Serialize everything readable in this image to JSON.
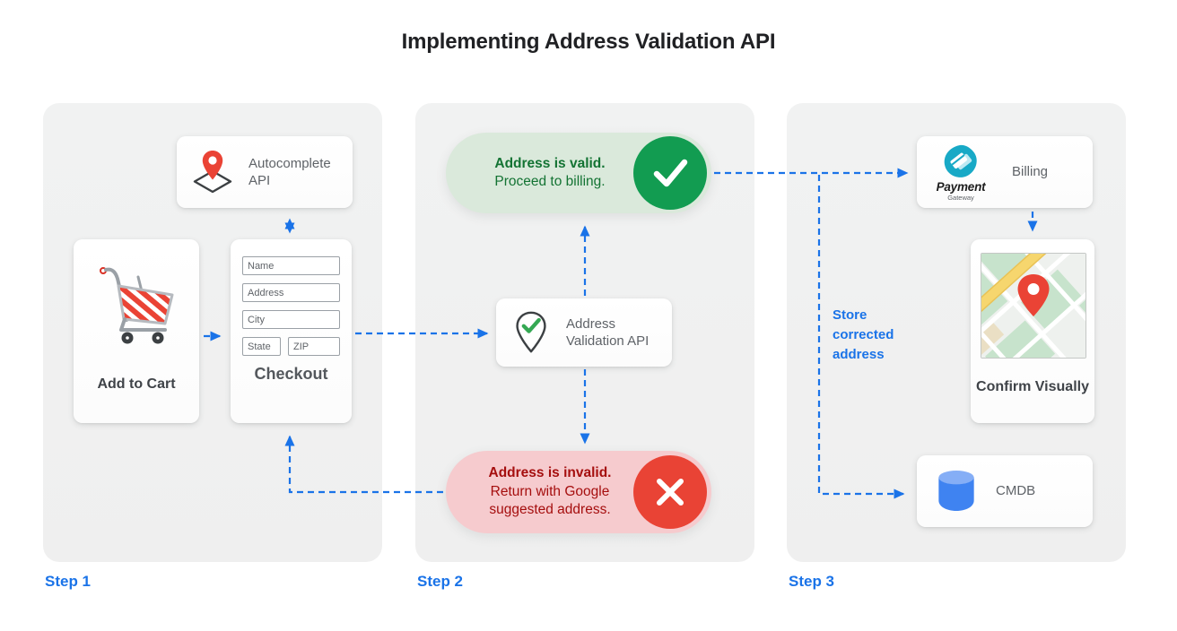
{
  "title": "Implementing Address Validation API",
  "colors": {
    "accent_blue": "#1a73e8",
    "success_green": "#129c51",
    "success_bg": "#dae9db",
    "success_text": "#137333",
    "error_red": "#e94335",
    "error_bg": "#f6cbce",
    "error_text": "#a50e0e",
    "pin_red": "#ea4335",
    "panel_gray": "#f0f1f1",
    "label_gray": "#5f6368",
    "cmdb_blue": "#4285f4",
    "payment_teal": "#18a9c6"
  },
  "step1": {
    "label": "Step 1",
    "autocomplete_card": {
      "label": "Autocomplete API",
      "icon": "map-pin-diamond-icon"
    },
    "add_to_cart_card": {
      "label": "Add to Cart",
      "icon": "shopping-cart-icon"
    },
    "checkout_card": {
      "label": "Checkout",
      "fields": [
        "Name",
        "Address",
        "City",
        "State",
        "ZIP"
      ]
    }
  },
  "step2": {
    "label": "Step 2",
    "valid_banner": {
      "title": "Address is valid.",
      "subtitle": "Proceed to billing.",
      "icon": "checkmark-circle-icon"
    },
    "validation_card": {
      "label": "Address Validation API",
      "icon": "map-pin-check-icon"
    },
    "invalid_banner": {
      "title": "Address is invalid.",
      "subtitle": "Return with Google suggested address.",
      "icon": "x-circle-icon"
    }
  },
  "step3": {
    "label": "Step 3",
    "billing_card": {
      "label": "Billing",
      "logo_title": "Payment",
      "logo_subtitle": "Gateway",
      "icon": "payment-gateway-logo"
    },
    "confirm_card": {
      "label": "Confirm Visually",
      "icon": "map-with-pin-image"
    },
    "cmdb_card": {
      "label": "CMDB",
      "icon": "database-cylinder-icon"
    },
    "store_note": "Store corrected address"
  }
}
